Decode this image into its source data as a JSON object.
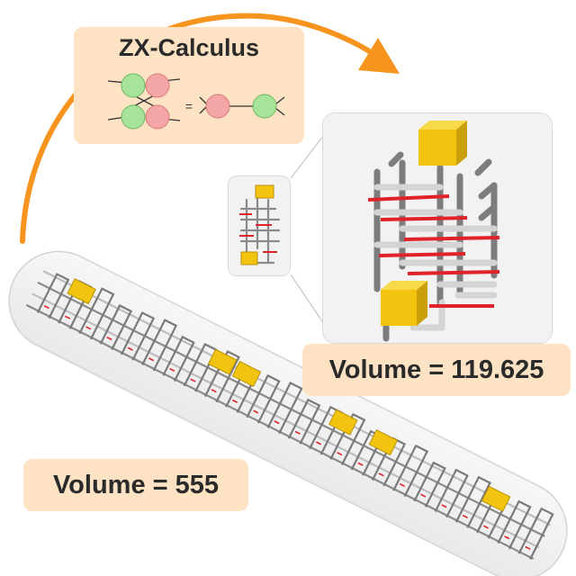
{
  "zx": {
    "title": "ZX-Calculus",
    "equals_sign": "="
  },
  "volumes": {
    "optimized": "Volume = 119.625",
    "original": "Volume = 555"
  },
  "colors": {
    "panel_orange": "#fde3c4",
    "arrow_orange": "#f7941d",
    "spider_green": "#a8e39a",
    "spider_red": "#f4a6a6",
    "pipe_grey": "#8a8a8a",
    "pipe_light": "#d8d8d8",
    "red_link": "#e0232a",
    "cube_yellow": "#f2c40f"
  }
}
